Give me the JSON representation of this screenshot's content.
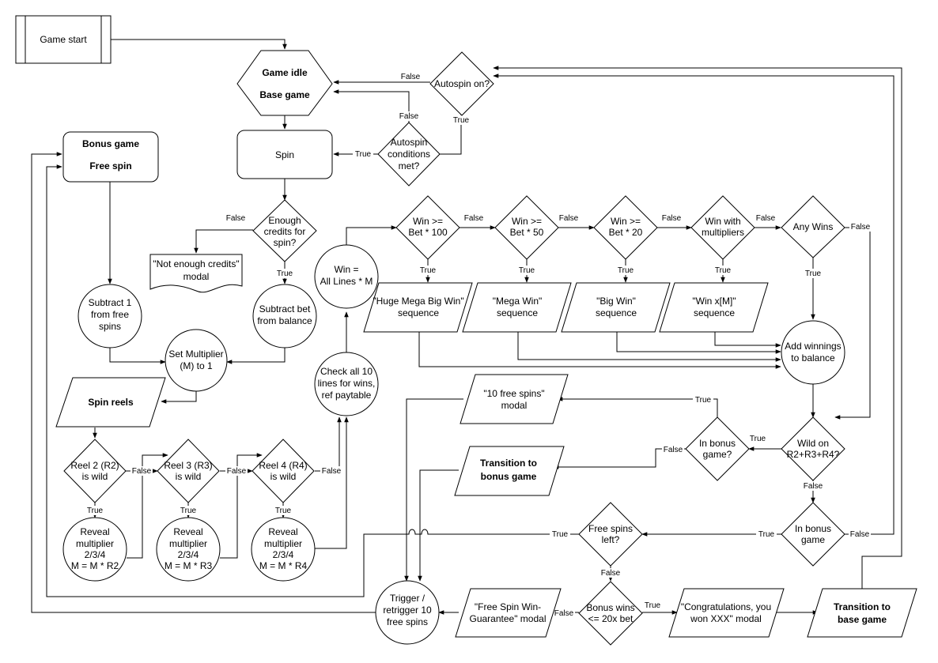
{
  "nodes": {
    "game_start": "Game start",
    "game_idle": [
      "Game idle",
      "Base game"
    ],
    "autospin_on": "Autospin on?",
    "autospin_cond": [
      "Autospin",
      "conditions",
      "met?"
    ],
    "spin": "Spin",
    "bonus_game": [
      "Bonus game",
      "Free spin"
    ],
    "enough_credits": [
      "Enough",
      "credits for",
      "spin?"
    ],
    "not_enough_modal": [
      "\"Not enough credits\"",
      "modal"
    ],
    "subtract_bet": [
      "Subtract bet",
      "from balance"
    ],
    "subtract_free": [
      "Subtract 1",
      "from free",
      "spins"
    ],
    "set_multiplier": [
      "Set Multiplier",
      "(M) to 1"
    ],
    "spin_reels": "Spin reels",
    "reel2": [
      "Reel 2 (R2)",
      "is wild"
    ],
    "reel3": [
      "Reel 3 (R3)",
      "is wild"
    ],
    "reel4": [
      "Reel 4 (R4)",
      "is wild"
    ],
    "reveal2": [
      "Reveal",
      "multiplier",
      "2/3/4",
      "M = M * R2"
    ],
    "reveal3": [
      "Reveal",
      "multiplier",
      "2/3/4",
      "M = M * R3"
    ],
    "reveal4": [
      "Reveal",
      "multiplier",
      "2/3/4",
      "M = M * R4"
    ],
    "check_lines": [
      "Check all 10",
      "lines for wins,",
      "ref paytable"
    ],
    "win_formula": [
      "Win =",
      "All Lines * M"
    ],
    "win100": [
      "Win >=",
      "Bet * 100"
    ],
    "win50": [
      "Win >=",
      "Bet * 50"
    ],
    "win20": [
      "Win >=",
      "Bet * 20"
    ],
    "win_mult": [
      "Win with",
      "multipliers"
    ],
    "any_wins": "Any Wins",
    "huge_seq": [
      "\"Huge Mega Big Win\"",
      "sequence"
    ],
    "mega_seq": [
      "\"Mega Win\"",
      "sequence"
    ],
    "big_seq": [
      "\"Big Win\"",
      "sequence"
    ],
    "winx_seq": [
      "\"Win x[M]\"",
      "sequence"
    ],
    "add_winnings": [
      "Add winnings",
      "to balance"
    ],
    "wild_r234": [
      "Wild on",
      "R2+R3+R4?"
    ],
    "in_bonus_q": [
      "In bonus",
      "game?"
    ],
    "free_spins_modal": [
      "\"10 free spins\"",
      "modal"
    ],
    "transition_bonus": [
      "Transition to",
      "bonus game"
    ],
    "in_bonus_game": [
      "In bonus",
      "game"
    ],
    "free_spins_left": [
      "Free spins",
      "left?"
    ],
    "bonus_wins": [
      "Bonus wins",
      "<= 20x bet"
    ],
    "congrats_modal": [
      "\"Congratulations, you",
      "won XXX\" modal"
    ],
    "transition_base": [
      "Transition to",
      "base game"
    ],
    "guarantee_modal": [
      "\"Free Spin Win-",
      "Guarantee\" modal"
    ],
    "trigger": [
      "Trigger /",
      "retrigger 10",
      "free spins"
    ]
  },
  "edge_labels": {
    "t": "True",
    "f": "False"
  }
}
